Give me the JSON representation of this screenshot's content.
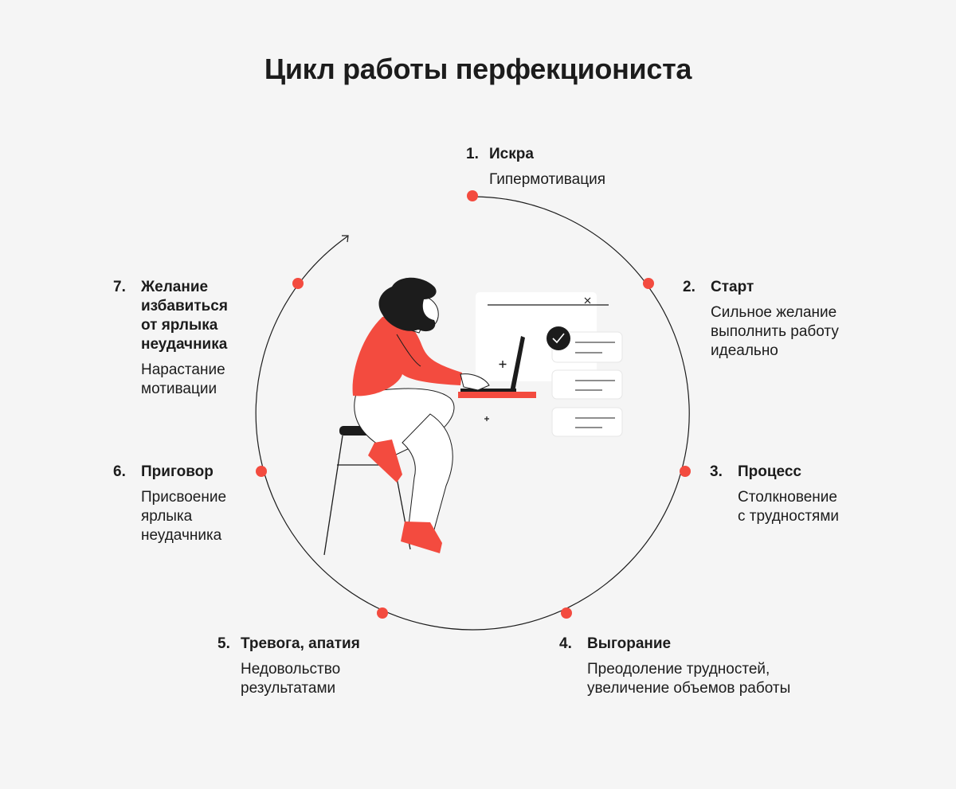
{
  "title": "Цикл работы перфекциониста",
  "accent_color": "#f34b3f",
  "line_color": "#1c1c1c",
  "steps": [
    {
      "num": "1.",
      "label": "Искра",
      "desc": "Гипермотивация"
    },
    {
      "num": "2.",
      "label": "Старт",
      "desc": "Сильное желание\nвыполнить работу\nидеально"
    },
    {
      "num": "3.",
      "label": "Процесс",
      "desc": "Столкновение\nс трудностями"
    },
    {
      "num": "4.",
      "label": "Выгорание",
      "desc": "Преодоление трудностей,\nувеличение объемов работы"
    },
    {
      "num": "5.",
      "label": "Тревога, апатия",
      "desc": "Недовольство\nрезультатами"
    },
    {
      "num": "6.",
      "label": "Приговор",
      "desc": "Присвоение\nярлыка\nнеудачника"
    },
    {
      "num": "7.",
      "label": "Желание\nизбавиться\nот ярлыка\nнеудачника",
      "desc": "Нарастание\nмотивации"
    }
  ]
}
